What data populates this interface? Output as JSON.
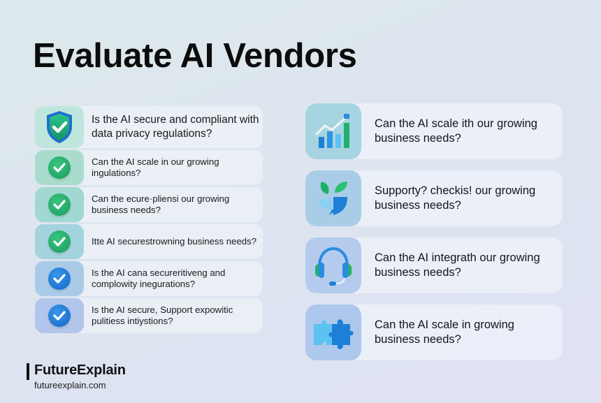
{
  "header": {
    "title": "Evaluate AI Vendors"
  },
  "colors": {
    "green_check": "#1fa866",
    "blue_check": "#1a74d4",
    "tile_teal": "#a9dccc",
    "tile_blue": "#a9cbe7",
    "card_bg": "#ecf1f7",
    "text": "#141414"
  },
  "left_items": [
    {
      "icon": "shield-check-icon",
      "text": "Is the AI secure and compliant with data privacy regulations?"
    },
    {
      "icon": "green-check-icon",
      "text": "Can the AI scale in our growing ingulations?"
    },
    {
      "icon": "green-check-icon",
      "text": "Can the ecure·pliensi our growing business needs?"
    },
    {
      "icon": "green-check-icon",
      "text": "Itte AI securestrowning business needs?"
    },
    {
      "icon": "blue-check-icon",
      "text": "Is the AI cana secureritiveng and complowity inegurations?"
    },
    {
      "icon": "blue-check-icon",
      "text": "Is the AI secure, Support expowitic pulitiess intiystions?"
    }
  ],
  "right_items": [
    {
      "icon": "growth-chart-icon",
      "text": "Can the AI scale ith our growing business needs?"
    },
    {
      "icon": "leaf-sprout-icon",
      "text": "Supporty? checkis! our growing business needs?"
    },
    {
      "icon": "headset-icon",
      "text": "Can the AI integrath our growing business needs?"
    },
    {
      "icon": "puzzle-icon",
      "text": "Can the AI scale in growing business needs?"
    }
  ],
  "footer": {
    "brand": "FutureExplain",
    "url": "futureexplain.com"
  }
}
